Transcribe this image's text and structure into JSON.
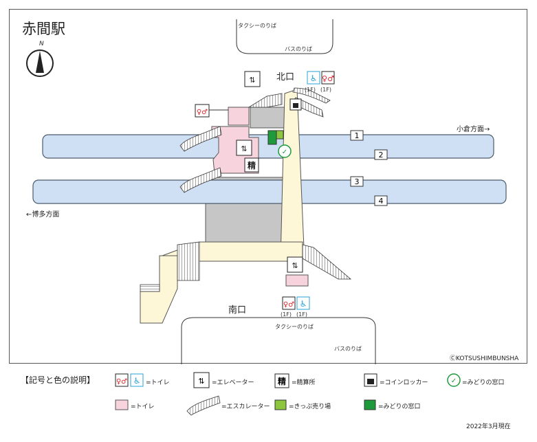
{
  "station_name": "赤間駅",
  "colors": {
    "platform": "#cfe0f4",
    "platform_stroke": "#4a5a6a",
    "concourse": "#fdf7d8",
    "toilet_area": "#f7d3dd",
    "building": "#c6c6c6",
    "ticket_machine": "#8cc63f",
    "midori": "#1d9a3a",
    "wheelchair": "#2a9fd8",
    "toilet_red": "#e0242b"
  },
  "compass": {
    "north_label": "N"
  },
  "exits": {
    "north": "北口",
    "south": "南口"
  },
  "directions": {
    "kokura": "小倉方面→",
    "hakata": "←博多方面"
  },
  "platform_numbers": [
    "1",
    "2",
    "3",
    "4"
  ],
  "north_plaza": {
    "taxi": "タクシーのりば",
    "bus": "バスのりば"
  },
  "south_plaza": {
    "taxi": "タクシーのりば",
    "bus": "バスのりば"
  },
  "floor_tags": {
    "north_wc": "(1F)",
    "north_toilet": "(1F)",
    "south_toilet": "(1F)",
    "south_wc": "(1F)"
  },
  "icon_labels": {
    "ticket_office": "精"
  },
  "copyright": "ⒸKOTSUSHIMBUNSHA",
  "legend": {
    "title": "【記号と色の説明】",
    "toilet": "=トイレ",
    "elevator": "=エレベーター",
    "ticket_office": "=精算所",
    "coin_locker": "=コインロッカー",
    "midori_icon": "=みどりの窓口",
    "toilet_area": "=トイレ",
    "escalator": "=エスカレーター",
    "ticket_machine": "=きっぷ売り場",
    "midori_area": "=みどりの窓口"
  },
  "as_of": "2022年3月現在"
}
